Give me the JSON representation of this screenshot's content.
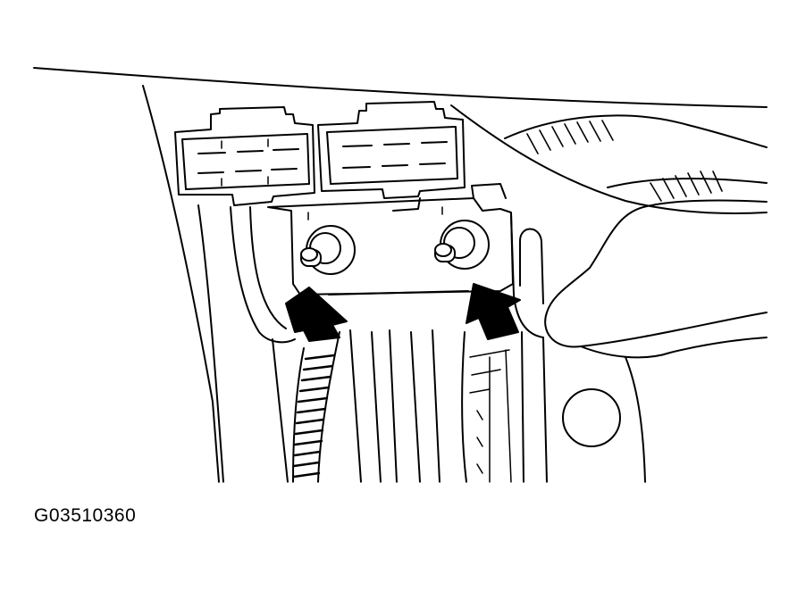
{
  "figure": {
    "code": "G03510360",
    "ink_color": "#000000",
    "paper_color": "#ffffff"
  },
  "parts": [
    {
      "name": "relay-connector-left",
      "type": "electrical-connector"
    },
    {
      "name": "relay-connector-right",
      "type": "electrical-connector"
    },
    {
      "name": "mounting-bracket",
      "type": "bracket"
    },
    {
      "name": "mounting-nut-left",
      "type": "nut"
    },
    {
      "name": "mounting-nut-right",
      "type": "nut"
    },
    {
      "name": "wire-harness",
      "type": "corrugated-conduit"
    },
    {
      "name": "steering-column",
      "type": "column"
    }
  ],
  "callouts": [
    {
      "name": "arrow-left",
      "points_to": "mounting-nut-left"
    },
    {
      "name": "arrow-right",
      "points_to": "mounting-nut-right"
    }
  ]
}
